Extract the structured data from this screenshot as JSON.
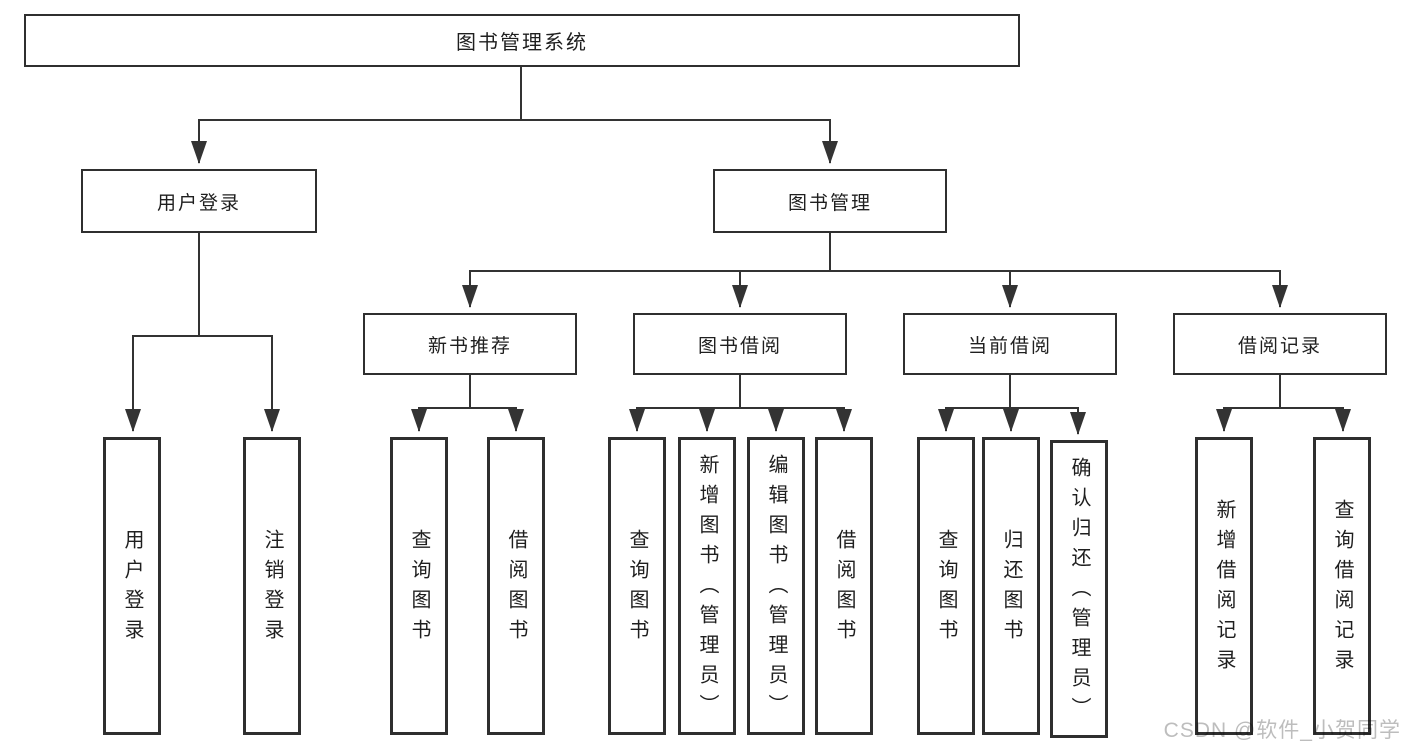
{
  "tree": {
    "root": {
      "label": "图书管理系统"
    },
    "branches": [
      {
        "label": "用户登录"
      },
      {
        "label": "图书管理"
      }
    ],
    "modules": [
      {
        "label": "新书推荐"
      },
      {
        "label": "图书借阅"
      },
      {
        "label": "当前借阅"
      },
      {
        "label": "借阅记录"
      }
    ],
    "functions": {
      "user_login": [
        "用户登录",
        "注销登录"
      ],
      "new_book_recommend": [
        "查询图书",
        "借阅图书"
      ],
      "book_borrowing": [
        "查询图书",
        "新增图书（管理员）",
        "编辑图书（管理员）",
        "借阅图书"
      ],
      "current_borrowing": [
        "查询图书",
        "归还图书",
        "确认归还（管理员）"
      ],
      "borrowing_records": [
        "新增借阅记录",
        "查询借阅记录"
      ]
    }
  },
  "watermark": {
    "text": "CSDN @软件_小贺同学"
  },
  "colors": {
    "line": "#333333",
    "box_border": "#2f2f2f",
    "text": "#1f1f1f",
    "watermark": "#bdbdbd",
    "background": "#ffffff"
  }
}
